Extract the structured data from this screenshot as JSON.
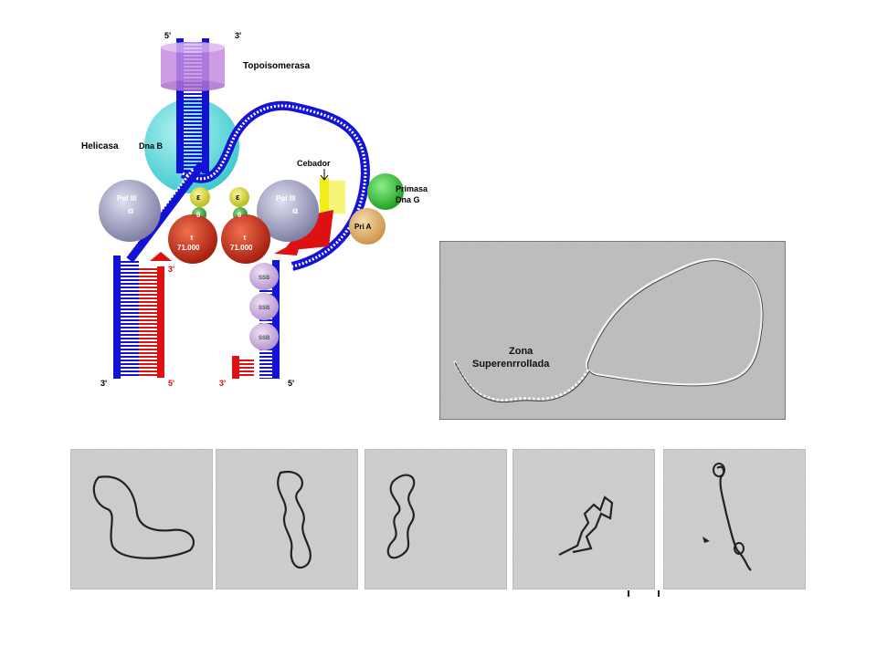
{
  "diagram": {
    "labels": {
      "five_prime_top": "5'",
      "three_prime_top": "3'",
      "topoisomerase": "Topoisomerasa",
      "helicase": "Helicasa",
      "dnab": "Dna B",
      "primer": "Cebador",
      "primase": "Primasa",
      "dnag": "Dna G",
      "pol3_left": "Pol III",
      "pol3_right": "Pol III",
      "alpha_left": "α",
      "alpha_right": "α",
      "epsilon_left": "ε",
      "epsilon_right": "ε",
      "theta_left": "θ",
      "theta_right": "θ",
      "tau_left": "τ",
      "tau_right": "τ",
      "tau_mw_left": "71.000",
      "tau_mw_right": "71.000",
      "pria": "Pri A",
      "ssb": "SSB",
      "leading_three_prime": "3'",
      "bottom_left_three": "3'",
      "bottom_left_five": "5'",
      "bottom_right_three": "3'",
      "bottom_right_five": "5'"
    },
    "colors": {
      "template_strand": "#1313d6",
      "new_strand": "#dd1111",
      "topoisomerase": "#c58be0",
      "helicase": "#38c8cc",
      "pol3": "#8e8eb2",
      "epsilon": "#d6d21e",
      "theta": "#2aa02a",
      "tau": "#c02a10",
      "primase": "#2bb52b",
      "pria": "#d9a760",
      "primer": "#f2ee1e",
      "ssb": "#c8a8d8"
    }
  },
  "micrograph": {
    "label_line1": "Zona",
    "label_line2": "Superenrrollada",
    "background": "#b8b8b8"
  },
  "thumbnails": [
    {
      "icon": "relaxed-loop-icon"
    },
    {
      "icon": "twisted-loop-icon"
    },
    {
      "icon": "more-twisted-loop-icon"
    },
    {
      "icon": "coiled-strand-icon"
    },
    {
      "icon": "supercoiled-strand-icon"
    }
  ]
}
